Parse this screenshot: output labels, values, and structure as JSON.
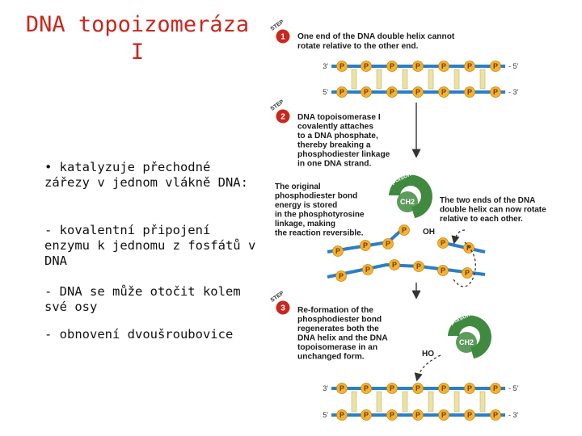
{
  "title": "DNA topoizomeráza I",
  "bullets": [
    "• katalyzuje přechodné zářezy v jednom vlákně DNA:",
    "- kovalentní připojení enzymu k jednomu z fosfátů v DNA",
    "- DNA se může otočit kolem své osy",
    "- obnovení dvoušroubovice"
  ],
  "diagram": {
    "step_word": "STEP",
    "steps": [
      {
        "number": "1",
        "lines": [
          "One end of the DNA double helix cannot",
          "rotate relative to the other end."
        ]
      },
      {
        "number": "2",
        "lines": [
          "DNA topoisomerase I",
          "covalently attaches",
          "to a DNA phosphate,",
          "thereby breaking a",
          "phosphodiester linkage",
          "in one DNA strand."
        ]
      },
      {
        "number": "3",
        "lines": [
          "Re-formation of the",
          "phosphodiester bond",
          "regenerates both the",
          "DNA helix and the DNA",
          "topoisomerase in an",
          "unchanged form."
        ]
      }
    ],
    "note_left": [
      "The original",
      "phosphodiester bond",
      "energy is stored",
      "in the phosphotyrosine",
      "linkage, making",
      "the reaction reversible."
    ],
    "note_right": [
      "The two ends of the DNA",
      "double helix can now rotate",
      "relative to each other."
    ],
    "phosphate_label": "P",
    "strand_ends": {
      "top_left": "3'",
      "top_right": "5'",
      "bottom_left": "5'",
      "bottom_right": "3'"
    },
    "enzyme_label": "Topoisomerase I",
    "ch2_label": "CH2",
    "oh_label": "OH",
    "ho_label": "HO",
    "colors": {
      "title": "#c8281e",
      "step_badge": "#c8281e",
      "strand": "#2b7fc4",
      "phosphate": "#f2b233",
      "base_pair": "#ece3a3",
      "enzyme": "#3f8a3f"
    }
  }
}
